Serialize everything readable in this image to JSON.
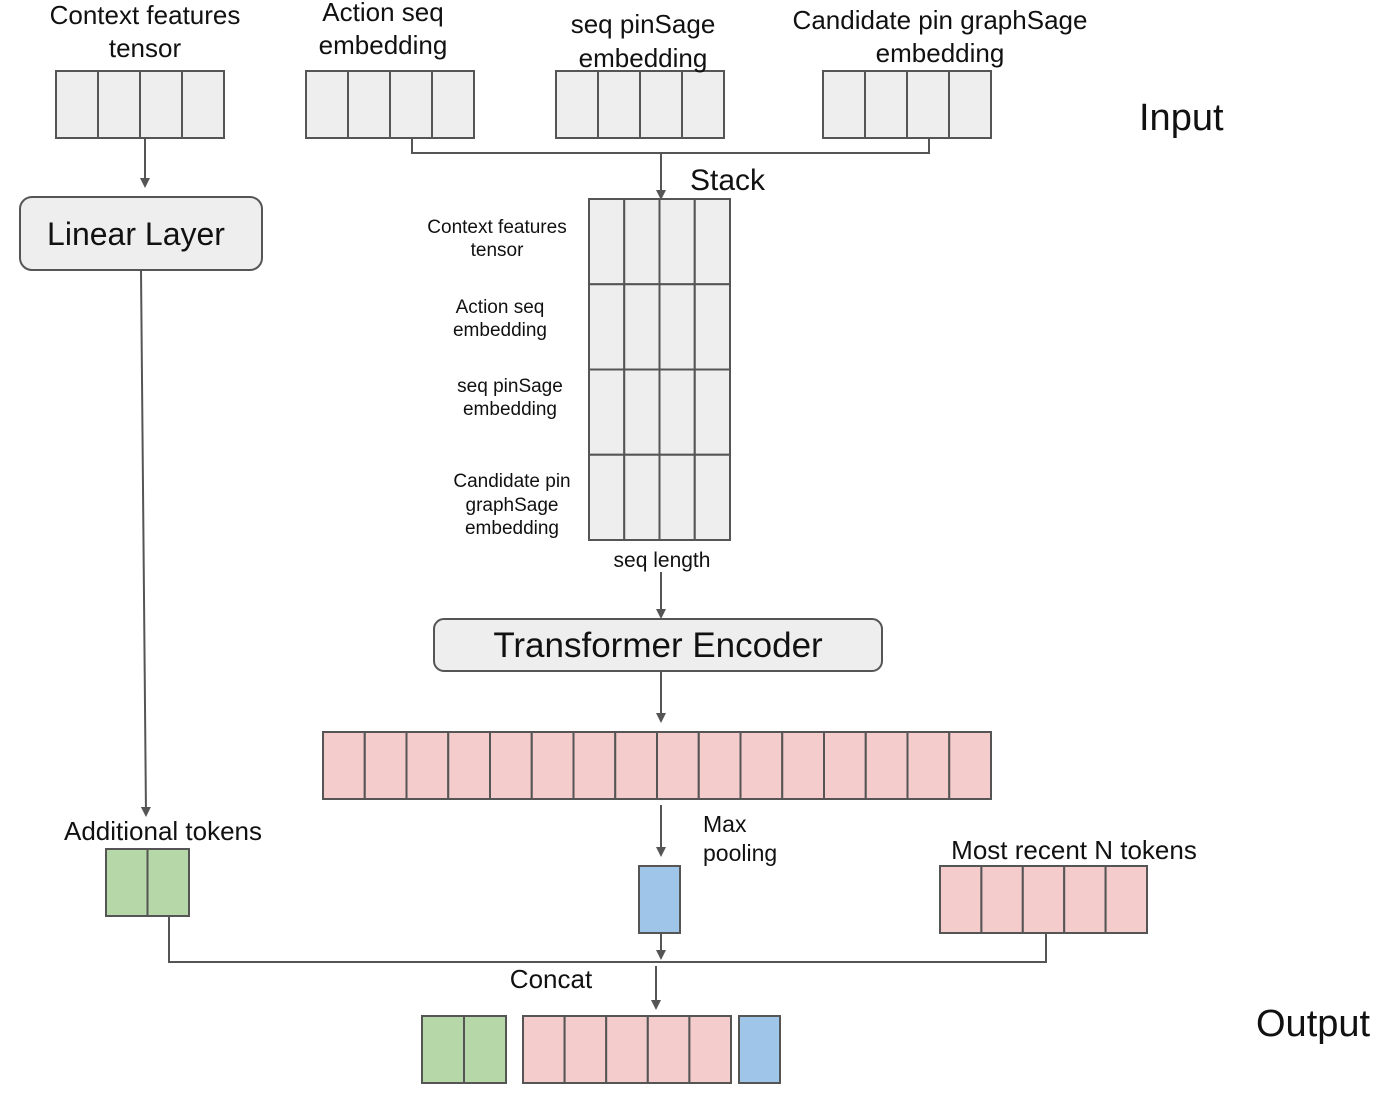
{
  "colors": {
    "input_cell": "#eeeeee",
    "encoder_token": "#f4cccc",
    "pooled_token": "#9fc5e8",
    "additional_token": "#b6d7a8",
    "stroke": "#555555"
  },
  "labels": {
    "input_heading": "Input",
    "output_heading": "Output",
    "stack": "Stack",
    "seq_length": "seq length",
    "concat": "Concat",
    "max_pooling": [
      "Max",
      "pooling"
    ],
    "additional_tokens": "Additional tokens",
    "most_recent": "Most recent N tokens"
  },
  "inputs": [
    {
      "id": "context",
      "title": [
        "Context features",
        "tensor"
      ]
    },
    {
      "id": "action",
      "title": [
        "Action seq",
        "embedding"
      ]
    },
    {
      "id": "pinsage",
      "title": [
        "seq pinSage",
        "embedding"
      ]
    },
    {
      "id": "graphsage",
      "title": [
        "Candidate pin graphSage",
        "embedding"
      ]
    }
  ],
  "stacked_rows": [
    [
      "Context features",
      "tensor"
    ],
    [
      "Action seq",
      "embedding"
    ],
    [
      "seq pinSage",
      "embedding"
    ],
    [
      "Candidate pin",
      "graphSage",
      "embedding"
    ]
  ],
  "boxes": {
    "linear_layer": "Linear Layer",
    "transformer_encoder": "Transformer Encoder"
  },
  "token_counts": {
    "input_cells": 4,
    "stack_columns": 4,
    "encoder_output": 16,
    "additional": 2,
    "pooled": 1,
    "most_recent": 5,
    "output_additional": 2,
    "output_recent": 5,
    "output_pooled": 1
  }
}
